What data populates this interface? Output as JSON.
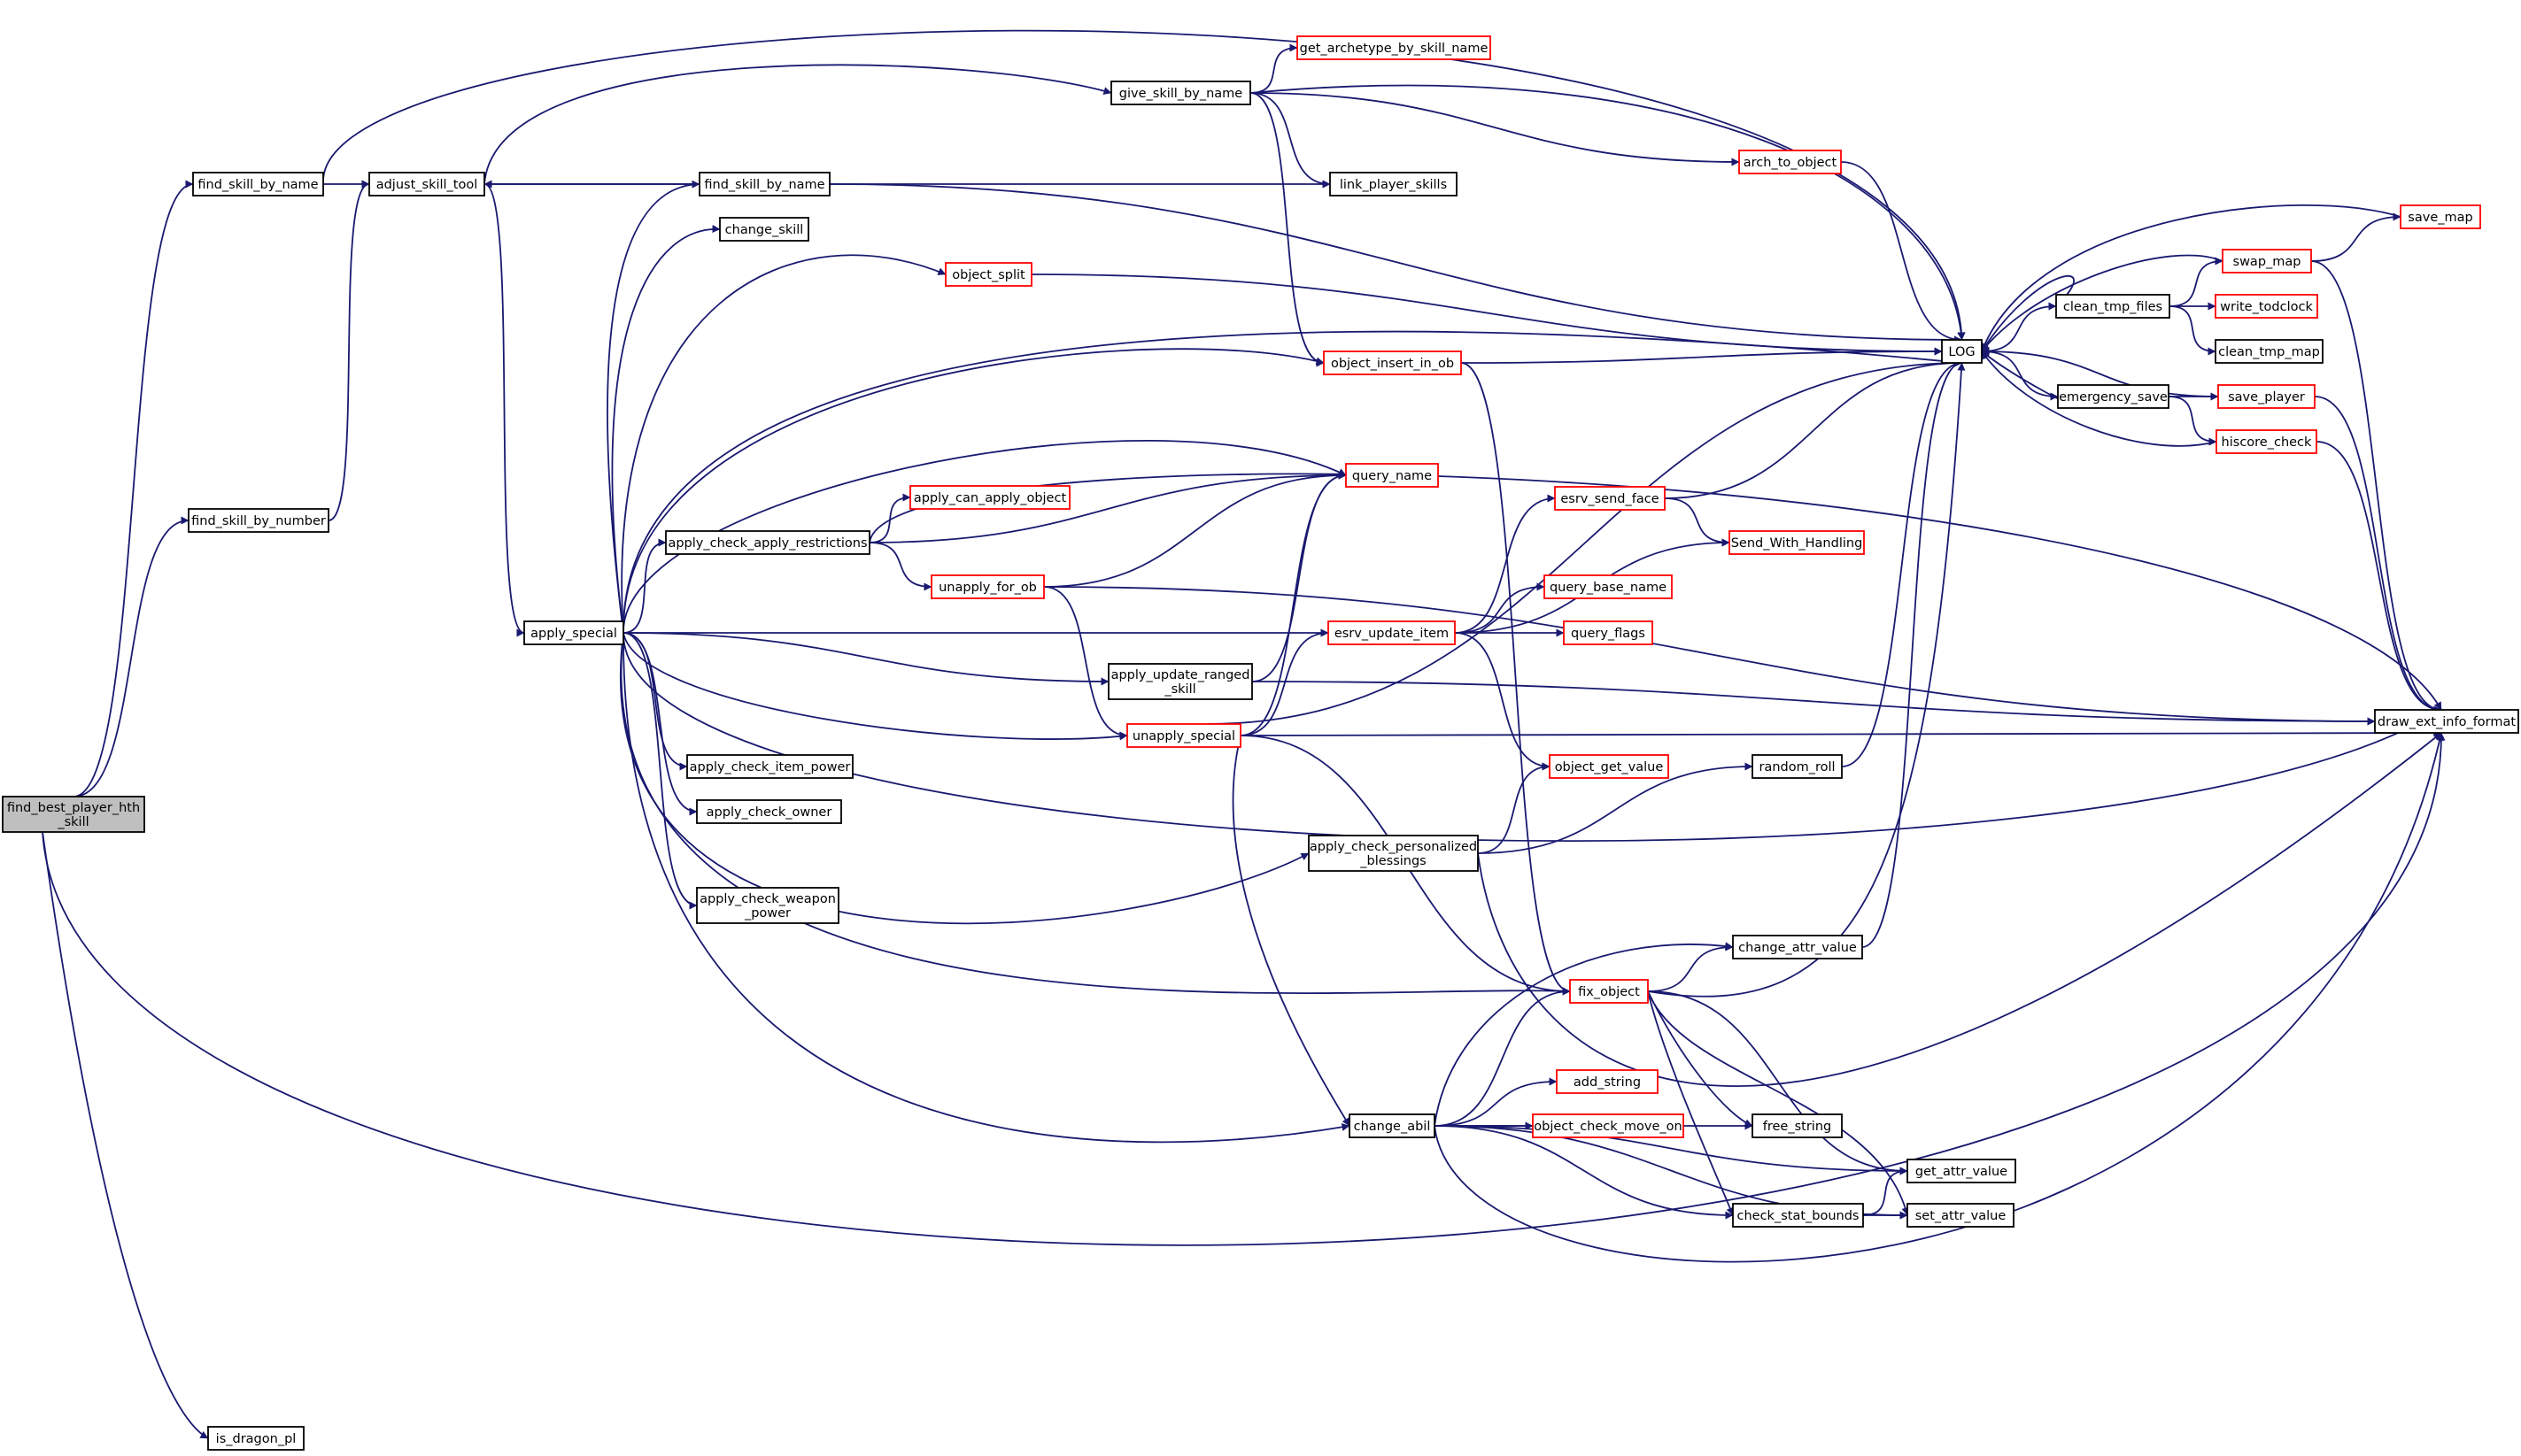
{
  "diagram": {
    "type": "call-graph",
    "colors": {
      "edge": "#191970",
      "node_border": "#000000",
      "truncated_node_border": "#ff0000",
      "root_fill": "#bfbfbf",
      "node_fill": "#ffffff"
    },
    "nodes": {
      "find_best_player_hth_skill": {
        "lines": [
          "find_best_player_hth",
          "_skill"
        ],
        "root": true
      },
      "find_skill_by_name_a": {
        "lines": [
          "find_skill_by_name"
        ]
      },
      "find_skill_by_number": {
        "lines": [
          "find_skill_by_number"
        ]
      },
      "is_dragon_pl": {
        "lines": [
          "is_dragon_pl"
        ]
      },
      "adjust_skill_tool": {
        "lines": [
          "adjust_skill_tool"
        ]
      },
      "apply_special": {
        "lines": [
          "apply_special"
        ]
      },
      "give_skill_by_name": {
        "lines": [
          "give_skill_by_name"
        ]
      },
      "find_skill_by_name_b": {
        "lines": [
          "find_skill_by_name"
        ]
      },
      "change_skill": {
        "lines": [
          "change_skill"
        ]
      },
      "object_split": {
        "lines": [
          "object_split"
        ],
        "truncated": true
      },
      "apply_check_apply_restrictions": {
        "lines": [
          "apply_check_apply_restrictions"
        ]
      },
      "apply_can_apply_object": {
        "lines": [
          "apply_can_apply_object"
        ],
        "truncated": true
      },
      "unapply_for_ob": {
        "lines": [
          "unapply_for_ob"
        ],
        "truncated": true
      },
      "apply_update_ranged_skill": {
        "lines": [
          "apply_update_ranged",
          "_skill"
        ]
      },
      "unapply_special": {
        "lines": [
          "unapply_special"
        ],
        "truncated": true
      },
      "apply_check_item_power": {
        "lines": [
          "apply_check_item_power"
        ]
      },
      "apply_check_owner": {
        "lines": [
          "apply_check_owner"
        ]
      },
      "apply_check_weapon_power": {
        "lines": [
          "apply_check_weapon",
          "_power"
        ]
      },
      "get_archetype_by_skill_name": {
        "lines": [
          "get_archetype_by_skill_name"
        ],
        "truncated": true
      },
      "link_player_skills": {
        "lines": [
          "link_player_skills"
        ]
      },
      "arch_to_object": {
        "lines": [
          "arch_to_object"
        ],
        "truncated": true
      },
      "object_insert_in_ob": {
        "lines": [
          "object_insert_in_ob"
        ],
        "truncated": true
      },
      "query_name": {
        "lines": [
          "query_name"
        ],
        "truncated": true
      },
      "esrv_update_item": {
        "lines": [
          "esrv_update_item"
        ],
        "truncated": true
      },
      "esrv_send_face": {
        "lines": [
          "esrv_send_face"
        ],
        "truncated": true
      },
      "send_with_handling": {
        "lines": [
          "Send_With_Handling"
        ],
        "truncated": true
      },
      "query_base_name": {
        "lines": [
          "query_base_name"
        ],
        "truncated": true
      },
      "query_flags": {
        "lines": [
          "query_flags"
        ],
        "truncated": true
      },
      "object_get_value": {
        "lines": [
          "object_get_value"
        ],
        "truncated": true
      },
      "apply_check_personalized_blessings": {
        "lines": [
          "apply_check_personalized",
          "_blessings"
        ]
      },
      "random_roll": {
        "lines": [
          "random_roll"
        ]
      },
      "change_attr_value": {
        "lines": [
          "change_attr_value"
        ]
      },
      "fix_object": {
        "lines": [
          "fix_object"
        ],
        "truncated": true
      },
      "add_string": {
        "lines": [
          "add_string"
        ],
        "truncated": true
      },
      "object_check_move_on": {
        "lines": [
          "object_check_move_on"
        ],
        "truncated": true
      },
      "change_abil": {
        "lines": [
          "change_abil"
        ]
      },
      "free_string": {
        "lines": [
          "free_string"
        ]
      },
      "get_attr_value": {
        "lines": [
          "get_attr_value"
        ]
      },
      "check_stat_bounds": {
        "lines": [
          "check_stat_bounds"
        ]
      },
      "set_attr_value": {
        "lines": [
          "set_attr_value"
        ]
      },
      "log": {
        "lines": [
          "LOG"
        ]
      },
      "clean_tmp_files": {
        "lines": [
          "clean_tmp_files"
        ]
      },
      "emergency_save": {
        "lines": [
          "emergency_save"
        ]
      },
      "swap_map": {
        "lines": [
          "swap_map"
        ],
        "truncated": true
      },
      "save_map": {
        "lines": [
          "save_map"
        ],
        "truncated": true
      },
      "write_todclock": {
        "lines": [
          "write_todclock"
        ],
        "truncated": true
      },
      "clean_tmp_map": {
        "lines": [
          "clean_tmp_map"
        ]
      },
      "save_player": {
        "lines": [
          "save_player"
        ],
        "truncated": true
      },
      "hiscore_check": {
        "lines": [
          "hiscore_check"
        ],
        "truncated": true
      },
      "draw_ext_info_format": {
        "lines": [
          "draw_ext_info_format"
        ]
      }
    },
    "edges": [
      [
        "find_best_player_hth_skill",
        "find_skill_by_name_a"
      ],
      [
        "find_best_player_hth_skill",
        "find_skill_by_number"
      ],
      [
        "find_best_player_hth_skill",
        "is_dragon_pl"
      ],
      [
        "find_best_player_hth_skill",
        "draw_ext_info_format"
      ],
      [
        "find_skill_by_name_a",
        "adjust_skill_tool"
      ],
      [
        "find_skill_by_name_a",
        "log"
      ],
      [
        "find_skill_by_number",
        "adjust_skill_tool"
      ],
      [
        "adjust_skill_tool",
        "apply_special"
      ],
      [
        "adjust_skill_tool",
        "give_skill_by_name"
      ],
      [
        "adjust_skill_tool",
        "link_player_skills"
      ],
      [
        "find_skill_by_name_b",
        "adjust_skill_tool"
      ],
      [
        "find_skill_by_name_b",
        "log"
      ],
      [
        "give_skill_by_name",
        "get_archetype_by_skill_name"
      ],
      [
        "give_skill_by_name",
        "link_player_skills"
      ],
      [
        "give_skill_by_name",
        "arch_to_object"
      ],
      [
        "give_skill_by_name",
        "object_insert_in_ob"
      ],
      [
        "give_skill_by_name",
        "log"
      ],
      [
        "apply_special",
        "find_skill_by_name_b"
      ],
      [
        "apply_special",
        "change_skill"
      ],
      [
        "apply_special",
        "object_split"
      ],
      [
        "apply_special",
        "object_insert_in_ob"
      ],
      [
        "apply_special",
        "query_name"
      ],
      [
        "apply_special",
        "apply_check_apply_restrictions"
      ],
      [
        "apply_special",
        "esrv_update_item"
      ],
      [
        "apply_special",
        "apply_update_ranged_skill"
      ],
      [
        "apply_special",
        "unapply_special"
      ],
      [
        "apply_special",
        "apply_check_item_power"
      ],
      [
        "apply_special",
        "apply_check_owner"
      ],
      [
        "apply_special",
        "apply_check_weapon_power"
      ],
      [
        "apply_special",
        "apply_check_personalized_blessings"
      ],
      [
        "apply_special",
        "fix_object"
      ],
      [
        "apply_special",
        "change_abil"
      ],
      [
        "apply_special",
        "draw_ext_info_format"
      ],
      [
        "apply_special",
        "log"
      ],
      [
        "apply_check_apply_restrictions",
        "apply_can_apply_object"
      ],
      [
        "apply_check_apply_restrictions",
        "query_name"
      ],
      [
        "apply_check_apply_restrictions",
        "unapply_for_ob"
      ],
      [
        "apply_check_apply_restrictions",
        "draw_ext_info_format"
      ],
      [
        "unapply_for_ob",
        "query_name"
      ],
      [
        "unapply_for_ob",
        "unapply_special"
      ],
      [
        "unapply_for_ob",
        "draw_ext_info_format"
      ],
      [
        "apply_update_ranged_skill",
        "query_name"
      ],
      [
        "apply_update_ranged_skill",
        "draw_ext_info_format"
      ],
      [
        "unapply_special",
        "query_name"
      ],
      [
        "unapply_special",
        "esrv_update_item"
      ],
      [
        "unapply_special",
        "fix_object"
      ],
      [
        "unapply_special",
        "change_abil"
      ],
      [
        "unapply_special",
        "log"
      ],
      [
        "unapply_special",
        "draw_ext_info_format"
      ],
      [
        "arch_to_object",
        "log"
      ],
      [
        "object_split",
        "log"
      ],
      [
        "object_insert_in_ob",
        "log"
      ],
      [
        "object_insert_in_ob",
        "fix_object"
      ],
      [
        "esrv_update_item",
        "esrv_send_face"
      ],
      [
        "esrv_update_item",
        "send_with_handling"
      ],
      [
        "esrv_update_item",
        "query_base_name"
      ],
      [
        "esrv_update_item",
        "query_flags"
      ],
      [
        "esrv_update_item",
        "object_get_value"
      ],
      [
        "esrv_send_face",
        "send_with_handling"
      ],
      [
        "esrv_send_face",
        "log"
      ],
      [
        "apply_check_personalized_blessings",
        "object_get_value"
      ],
      [
        "apply_check_personalized_blessings",
        "random_roll"
      ],
      [
        "apply_check_personalized_blessings",
        "draw_ext_info_format"
      ],
      [
        "random_roll",
        "log"
      ],
      [
        "change_attr_value",
        "log"
      ],
      [
        "fix_object",
        "change_attr_value"
      ],
      [
        "fix_object",
        "log"
      ],
      [
        "fix_object",
        "free_string"
      ],
      [
        "fix_object",
        "get_attr_value"
      ],
      [
        "fix_object",
        "check_stat_bounds"
      ],
      [
        "fix_object",
        "set_attr_value"
      ],
      [
        "change_abil",
        "change_attr_value"
      ],
      [
        "change_abil",
        "fix_object"
      ],
      [
        "change_abil",
        "add_string"
      ],
      [
        "change_abil",
        "object_check_move_on"
      ],
      [
        "change_abil",
        "free_string"
      ],
      [
        "change_abil",
        "get_attr_value"
      ],
      [
        "change_abil",
        "check_stat_bounds"
      ],
      [
        "change_abil",
        "set_attr_value"
      ],
      [
        "change_abil",
        "draw_ext_info_format"
      ],
      [
        "check_stat_bounds",
        "get_attr_value"
      ],
      [
        "check_stat_bounds",
        "set_attr_value"
      ],
      [
        "log",
        "clean_tmp_files"
      ],
      [
        "log",
        "emergency_save"
      ],
      [
        "clean_tmp_files",
        "log"
      ],
      [
        "clean_tmp_files",
        "swap_map"
      ],
      [
        "clean_tmp_files",
        "write_todclock"
      ],
      [
        "clean_tmp_files",
        "clean_tmp_map"
      ],
      [
        "swap_map",
        "log"
      ],
      [
        "swap_map",
        "save_map"
      ],
      [
        "swap_map",
        "draw_ext_info_format"
      ],
      [
        "save_map",
        "log"
      ],
      [
        "emergency_save",
        "log"
      ],
      [
        "emergency_save",
        "save_player"
      ],
      [
        "emergency_save",
        "hiscore_check"
      ],
      [
        "save_player",
        "log"
      ],
      [
        "save_player",
        "draw_ext_info_format"
      ],
      [
        "hiscore_check",
        "log"
      ],
      [
        "hiscore_check",
        "draw_ext_info_format"
      ]
    ]
  }
}
